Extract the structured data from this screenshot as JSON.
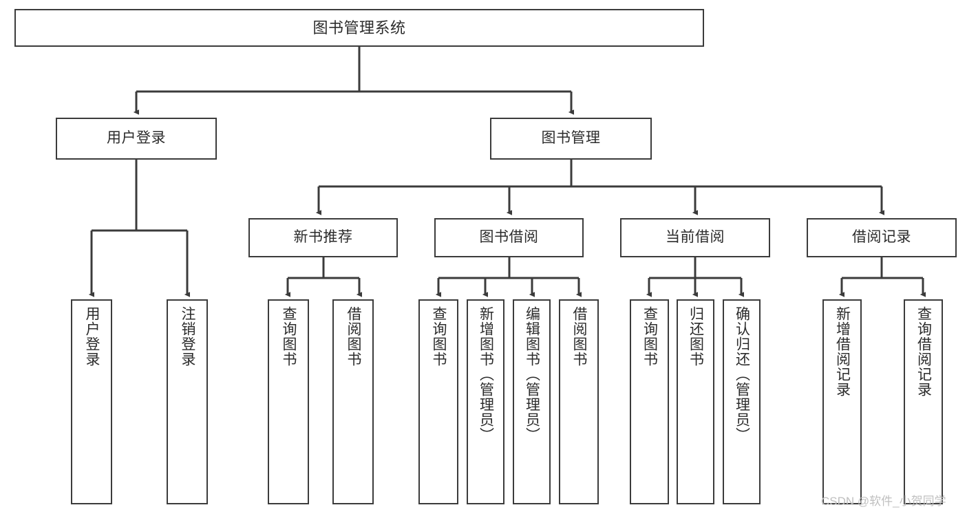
{
  "diagram": {
    "title": "图书管理系统",
    "type": "tree",
    "colors": {
      "stroke": "#3b3b3b",
      "fill": "#ffffff",
      "text": "#2b2b2b",
      "watermark": "#bfbfbf"
    },
    "watermark": "CSDN @软件_小贺同学",
    "nodes": {
      "root": {
        "label": "图书管理系统"
      },
      "level2": [
        {
          "id": "user-login",
          "label": "用户登录"
        },
        {
          "id": "book-management",
          "label": "图书管理"
        }
      ],
      "level3": [
        {
          "id": "new-book-recommend",
          "label": "新书推荐"
        },
        {
          "id": "book-borrow",
          "label": "图书借阅"
        },
        {
          "id": "current-borrow",
          "label": "当前借阅"
        },
        {
          "id": "borrow-record",
          "label": "借阅记录"
        }
      ],
      "leaves": {
        "user_login": [
          {
            "id": "leaf-user-login",
            "label": "用户登录"
          },
          {
            "id": "leaf-logout-login",
            "label": "注销登录"
          }
        ],
        "new_book_recommend": [
          {
            "id": "leaf-query-book-1",
            "label": "查询图书"
          },
          {
            "id": "leaf-borrow-book-1",
            "label": "借阅图书"
          }
        ],
        "book_borrow": [
          {
            "id": "leaf-query-book-2",
            "label": "查询图书"
          },
          {
            "id": "leaf-add-book",
            "label": "新增图书（管理员）"
          },
          {
            "id": "leaf-edit-book",
            "label": "编辑图书（管理员）"
          },
          {
            "id": "leaf-borrow-book-2",
            "label": "借阅图书"
          }
        ],
        "current_borrow": [
          {
            "id": "leaf-query-book-3",
            "label": "查询图书"
          },
          {
            "id": "leaf-return-book",
            "label": "归还图书"
          },
          {
            "id": "leaf-confirm-return",
            "label": "确认归还（管理员）"
          }
        ],
        "borrow_record": [
          {
            "id": "leaf-add-borrow-record",
            "label": "新增借阅记录"
          },
          {
            "id": "leaf-query-borrow-record",
            "label": "查询借阅记录"
          }
        ]
      }
    }
  }
}
